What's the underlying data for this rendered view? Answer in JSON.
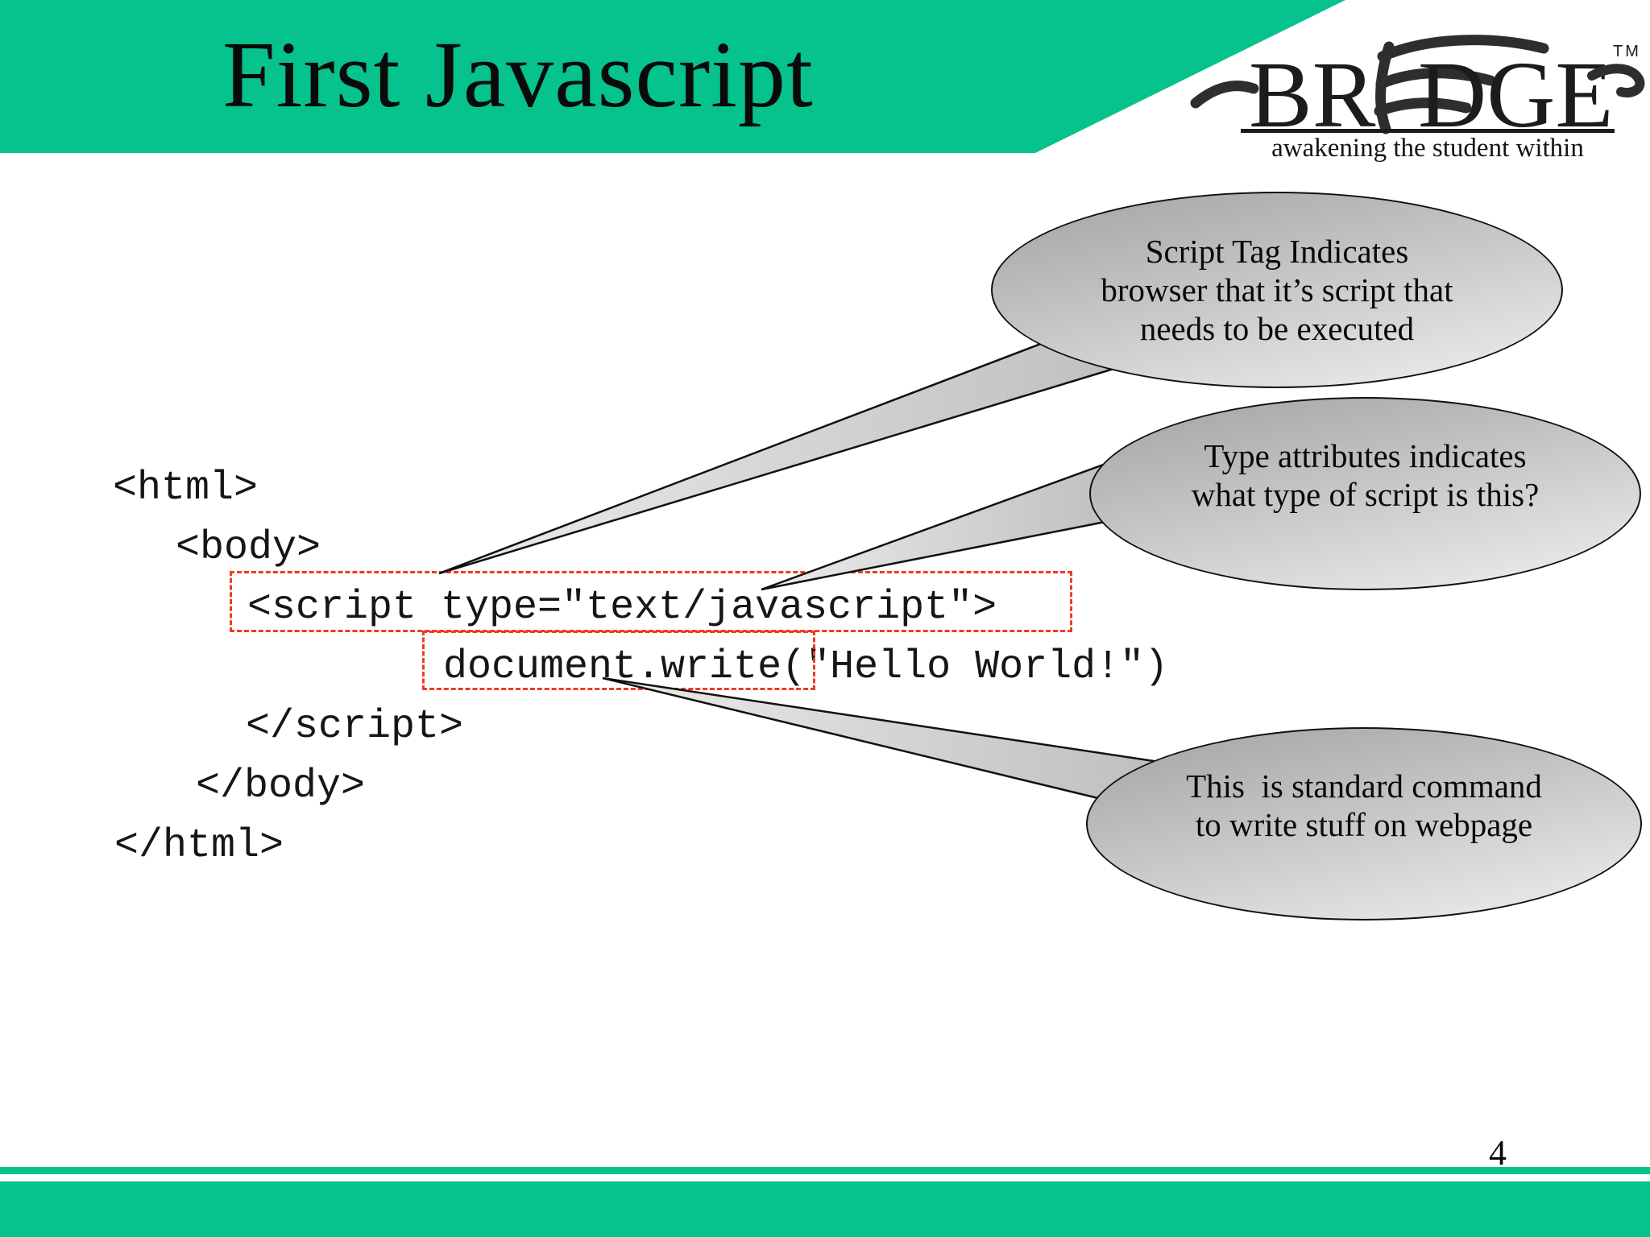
{
  "header": {
    "title": "First Javascript",
    "band_color": "#06c28c"
  },
  "logo": {
    "prefix": "BR",
    "suffix": "DGE",
    "tm": "TM",
    "tagline": "awakening the student within"
  },
  "code": {
    "lines": [
      "<html>",
      "<body>",
      "<script type=\"text/javascript\">",
      "document.write(\"Hello World!\")",
      "</script>",
      "</body>",
      "</html>"
    ]
  },
  "callouts": [
    {
      "lines": [
        "Script Tag Indicates",
        "browser that it’s script that",
        "needs to be executed"
      ]
    },
    {
      "lines": [
        "Type attributes indicates",
        "what type of script is this?"
      ]
    },
    {
      "lines": [
        "This  is standard command",
        "to write stuff on webpage"
      ]
    }
  ],
  "footer": {
    "page_number": "4"
  },
  "colors": {
    "accent_green": "#06c28c",
    "dashed_box_red": "#ee3b22",
    "bubble_gray_top": "#a2a2a2",
    "bubble_gray_bottom": "#f0f0f0"
  }
}
